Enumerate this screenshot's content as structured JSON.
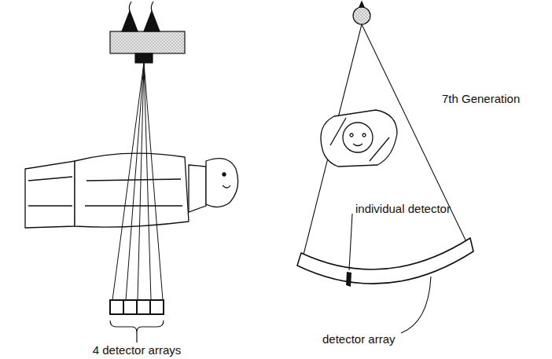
{
  "diagram": {
    "labels": [
      "4 detector arrays",
      "7th Generation",
      "individual detector",
      "detector array"
    ]
  }
}
